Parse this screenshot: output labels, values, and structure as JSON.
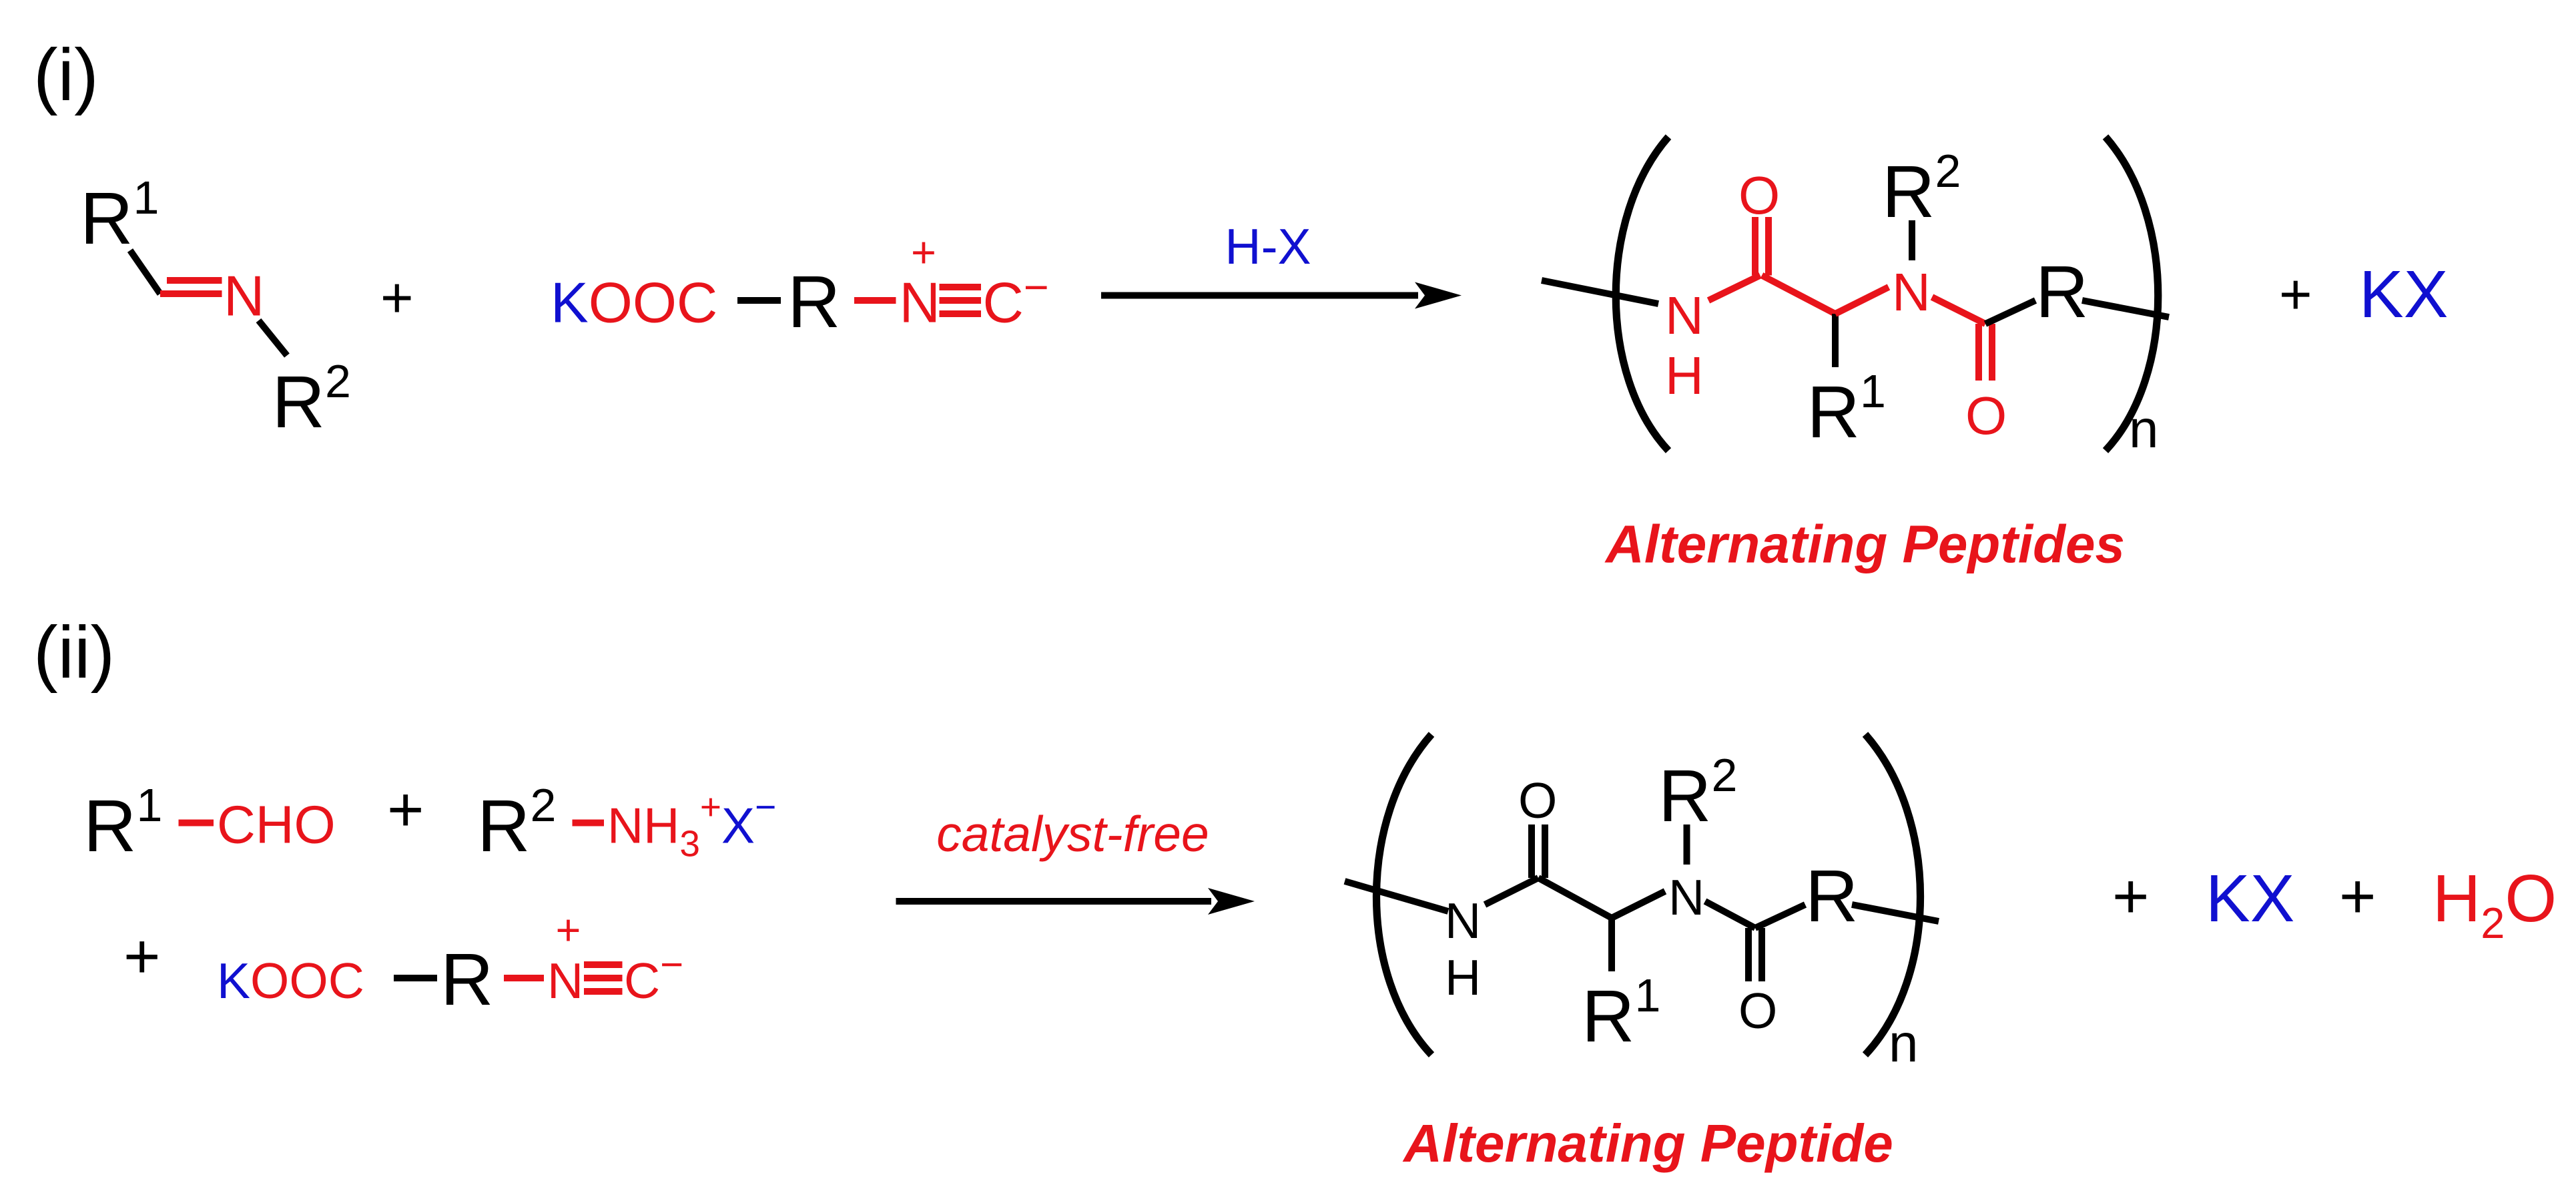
{
  "colors": {
    "black": "#000000",
    "red": "#e8141b",
    "blue": "#1010d0"
  },
  "scheme_i": {
    "label": "(i)",
    "imine": {
      "r_top": "R",
      "sup_top": "1",
      "n": "N",
      "r_bottom": "R",
      "sup_bottom": "2"
    },
    "plus": "+",
    "isocyanide": {
      "k": "K",
      "ooc": "OOC",
      "r": "R",
      "n": "N",
      "c": "C",
      "plus_charge": "+",
      "minus_charge": "−"
    },
    "reagent": "H-X",
    "product": {
      "o_left": "O",
      "nh_n": "N",
      "nh_h": "H",
      "r_alpha": "R",
      "sup_alpha": "1",
      "n_sub": "N",
      "r_n": "R",
      "sup_n": "2",
      "o_right": "O",
      "r_chain": "R",
      "repeat": "n"
    },
    "byproduct_plus": "+",
    "byproduct": "KX",
    "product_caption": "Alternating Peptides"
  },
  "scheme_ii": {
    "label": "(ii)",
    "aldehyde": {
      "r": "R",
      "sup": "1",
      "cho": "CHO"
    },
    "plus_1": "+",
    "ammonium": {
      "r": "R",
      "sup": "2",
      "nh": "NH",
      "sub3": "3",
      "sup_plus": "+",
      "x": "X",
      "sup_minus": "−"
    },
    "plus_2": "+",
    "isocyanide": {
      "k": "K",
      "ooc": "OOC",
      "r": "R",
      "n": "N",
      "c": "C",
      "plus_charge": "+",
      "minus_charge": "−"
    },
    "condition": "catalyst-free",
    "product": {
      "o_left": "O",
      "nh_n": "N",
      "nh_h": "H",
      "r_alpha": "R",
      "sup_alpha": "1",
      "n_sub": "N",
      "r_n": "R",
      "sup_n": "2",
      "o_right": "O",
      "r_chain": "R",
      "repeat": "n"
    },
    "byproduct_plus_1": "+",
    "byproduct_kx": "KX",
    "byproduct_plus_2": "+",
    "water": {
      "h": "H",
      "sub2": "2",
      "o": "O"
    },
    "product_caption": "Alternating Peptide"
  }
}
